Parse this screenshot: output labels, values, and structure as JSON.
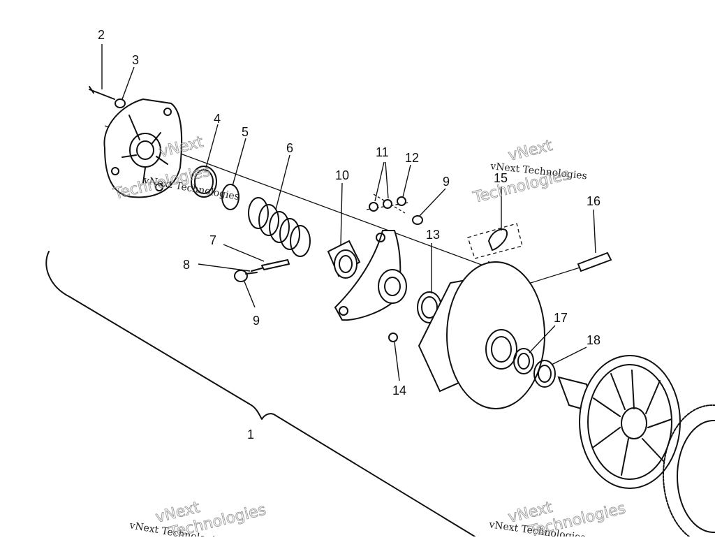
{
  "callouts": {
    "c1": "1",
    "c2": "2",
    "c3": "3",
    "c4": "4",
    "c5": "5",
    "c6": "6",
    "c7": "7",
    "c8": "8",
    "c9a": "9",
    "c9b": "9",
    "c10": "10",
    "c11": "11",
    "c12": "12",
    "c13": "13",
    "c14": "14",
    "c15": "15",
    "c16": "16",
    "c17": "17",
    "c18": "18"
  },
  "watermarks": {
    "brand_line": "vNext Technologies",
    "brand_word": "vNext",
    "tech_word": "Technologies"
  },
  "colors": {
    "ink": "#111111",
    "watermark": "#9a9a9a",
    "paper": "#ffffff"
  }
}
